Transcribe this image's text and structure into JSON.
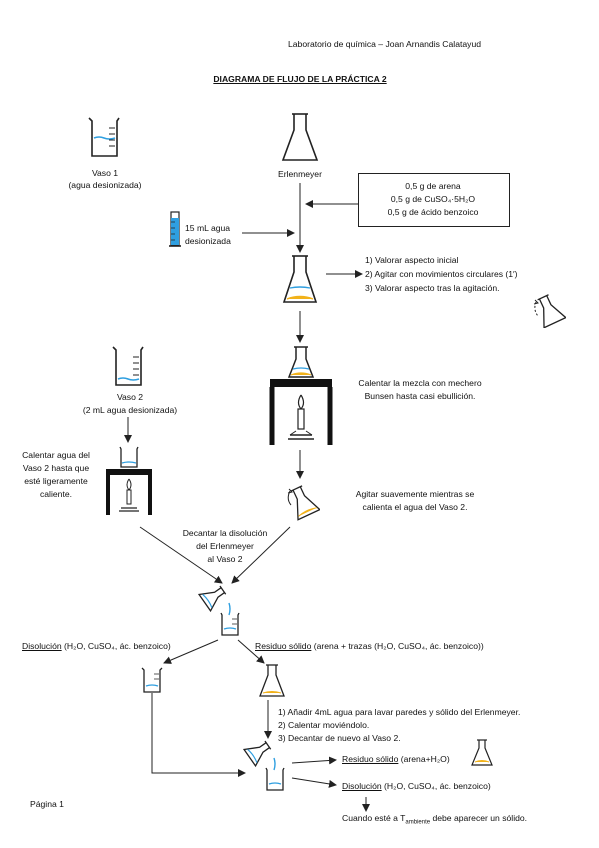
{
  "header": {
    "author": "Laboratorio de química – Joan Arnandis Calatayud",
    "title": "DIAGRAMA DE FLUJO DE LA PRÁCTICA 2"
  },
  "top": {
    "vaso1_label": "Vaso 1",
    "vaso1_desc": "(agua desionizada)",
    "erlenmeyer_label": "Erlenmeyer",
    "reagents": [
      "0,5 g de arena",
      "0,5 g de CuSO₄·5H₂O",
      "0,5 g de ácido benzoico"
    ],
    "water_line1": "15 mL agua",
    "water_line2": "desionizada"
  },
  "steps_1": [
    "1) Valorar aspecto inicial",
    "2) Agitar con movimientos circulares (1′)",
    "3) Valorar aspecto tras la agitación."
  ],
  "heat_flask": {
    "line1": "Calentar la mezcla con mechero",
    "line2": "Bunsen hasta casi ebullición."
  },
  "vaso2": {
    "label": "Vaso 2",
    "desc": "(2 mL agua desionizada)"
  },
  "heat_vaso2": {
    "line1": "Calentar agua del",
    "line2": "Vaso 2 hasta que",
    "line3": "esté ligeramente",
    "line4": "caliente."
  },
  "stir": {
    "line1": "Agitar suavemente mientras se",
    "line2": "calienta el agua del Vaso 2."
  },
  "decant": {
    "line1": "Decantar la disolución",
    "line2": "del Erlenmeyer",
    "line3": "al Vaso 2"
  },
  "split_1": {
    "dis_label": "Disolución",
    "dis_rest": " (H₂O, CuSO₄, ác. benzoico)",
    "res_label": "Residuo sólido",
    "res_rest": " (arena + trazas (H₂O, CuSO₄, ác. benzoico))"
  },
  "steps_2": [
    "1) Añadir 4mL agua para lavar paredes y sólido del Erlenmeyer.",
    "2) Calentar moviéndolo.",
    "3) Decantar de nuevo al Vaso 2."
  ],
  "final": {
    "res_label": "Residuo sólido",
    "res_rest": " (arena+H₂O)",
    "dis_label": "Disolución",
    "dis_rest": " (H₂O, CuSO₄, ác. benzoico)",
    "end_pre": "Cuando esté a T",
    "end_sub": "ambiente",
    "end_post": " debe aparecer un sólido."
  },
  "footer": {
    "page": "Página 1"
  },
  "colors": {
    "water": "#2f9fe0",
    "solid": "#f2b21a",
    "line": "#222222"
  }
}
